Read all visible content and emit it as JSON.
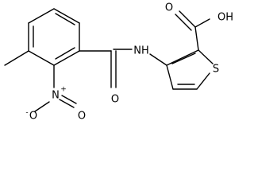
{
  "molecule": {
    "atoms": {
      "carboxyl_oxygen": "O",
      "hydroxyl": "OH",
      "amide_oxygen": "O",
      "amine": "NH",
      "sulfur": "S",
      "nitro_nitrogen": "N",
      "nitro_plus": "+",
      "nitro_oxygen_left": "O",
      "nitro_minus": "-",
      "nitro_oxygen_bottom": "O"
    }
  }
}
